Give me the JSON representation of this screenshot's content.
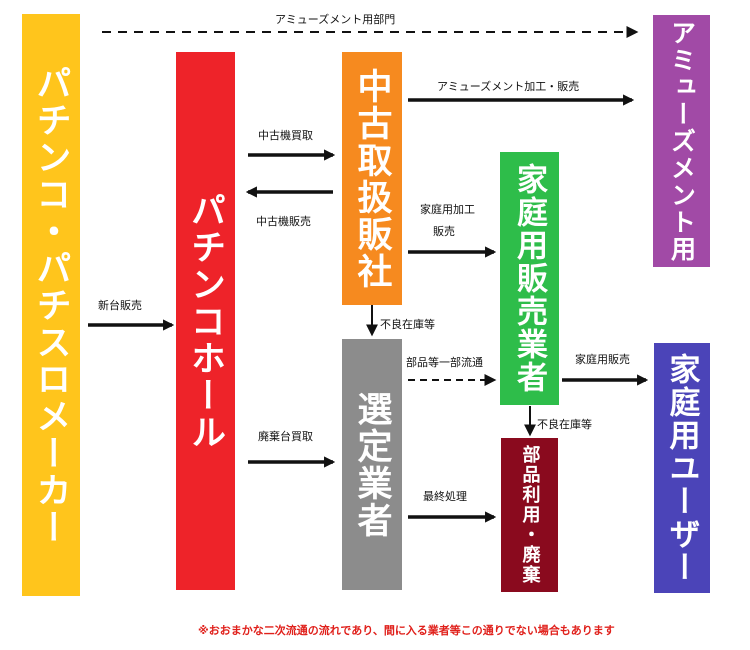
{
  "nodes": {
    "maker": {
      "label": "パチンコ・パチスロメーカー",
      "color": "#ffc51c"
    },
    "hall": {
      "label": "パチンコホール",
      "color": "#ee2329"
    },
    "used_dealer": {
      "label": "中古取扱販社",
      "color": "#f68a1f"
    },
    "sorter": {
      "label": "選定業者",
      "color": "#8c8c8c"
    },
    "home_dealer": {
      "label": "家庭用販売業者",
      "color": "#2ebd4a"
    },
    "parts_disposal": {
      "label": "部品利用・廃棄",
      "color": "#8a0a1e"
    },
    "amusement": {
      "label": "アミューズメント用",
      "color": "#a14aa6"
    },
    "home_user": {
      "label": "家庭用ユーザー",
      "color": "#4b44b8"
    }
  },
  "edges": {
    "amusement_dept": "アミューズメント用部門",
    "amusement_processing": "アミューズメント加工・販売",
    "used_purchase": "中古機買取",
    "used_sales": "中古機販売",
    "home_processing_1": "家庭用加工",
    "home_processing_2": "販売",
    "new_sales": "新台販売",
    "defect_stock_1": "不良在庫等",
    "parts_circulation": "部品等一部流通",
    "home_sales": "家庭用販売",
    "defect_stock_2": "不良在庫等",
    "disposal_purchase": "廃棄台買取",
    "final_processing": "最終処理"
  },
  "note": "※おおまかな二次流通の流れであり、間に入る業者等この通りでない場合もあります"
}
